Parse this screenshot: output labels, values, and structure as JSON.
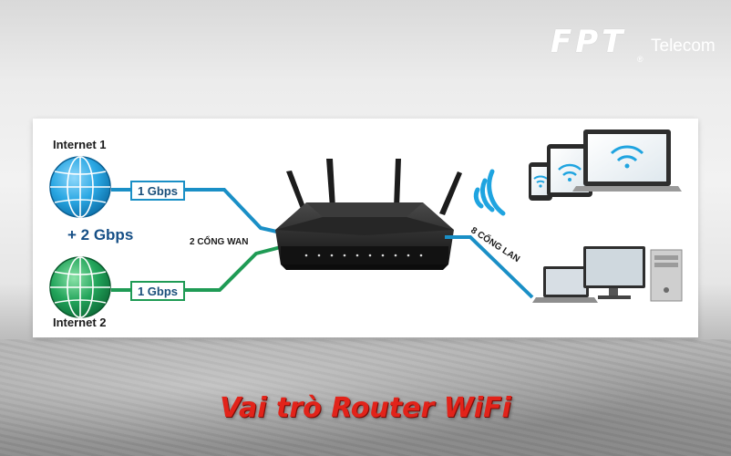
{
  "brand": {
    "name": "FPT",
    "registered": "®",
    "suffix": "Telecom"
  },
  "diagram": {
    "internet_1_label": "Internet 1",
    "internet_2_label": "Internet 2",
    "speed_1": "1 Gbps",
    "speed_2": "1 Gbps",
    "combined": "+ 2 Gbps",
    "wan_label": "2 CỔNG WAN",
    "lan_label": "8 CỔNG LAN"
  },
  "colors": {
    "link_blue": "#1a8fc6",
    "link_green": "#1f9b55",
    "globe_blue": "#2aa7e3",
    "globe_green": "#22a45a",
    "router": "#1e1e1e",
    "wifi": "#1fa4e0",
    "caption_red": "#e2231a"
  },
  "caption": "Vai trò Router WiFi"
}
